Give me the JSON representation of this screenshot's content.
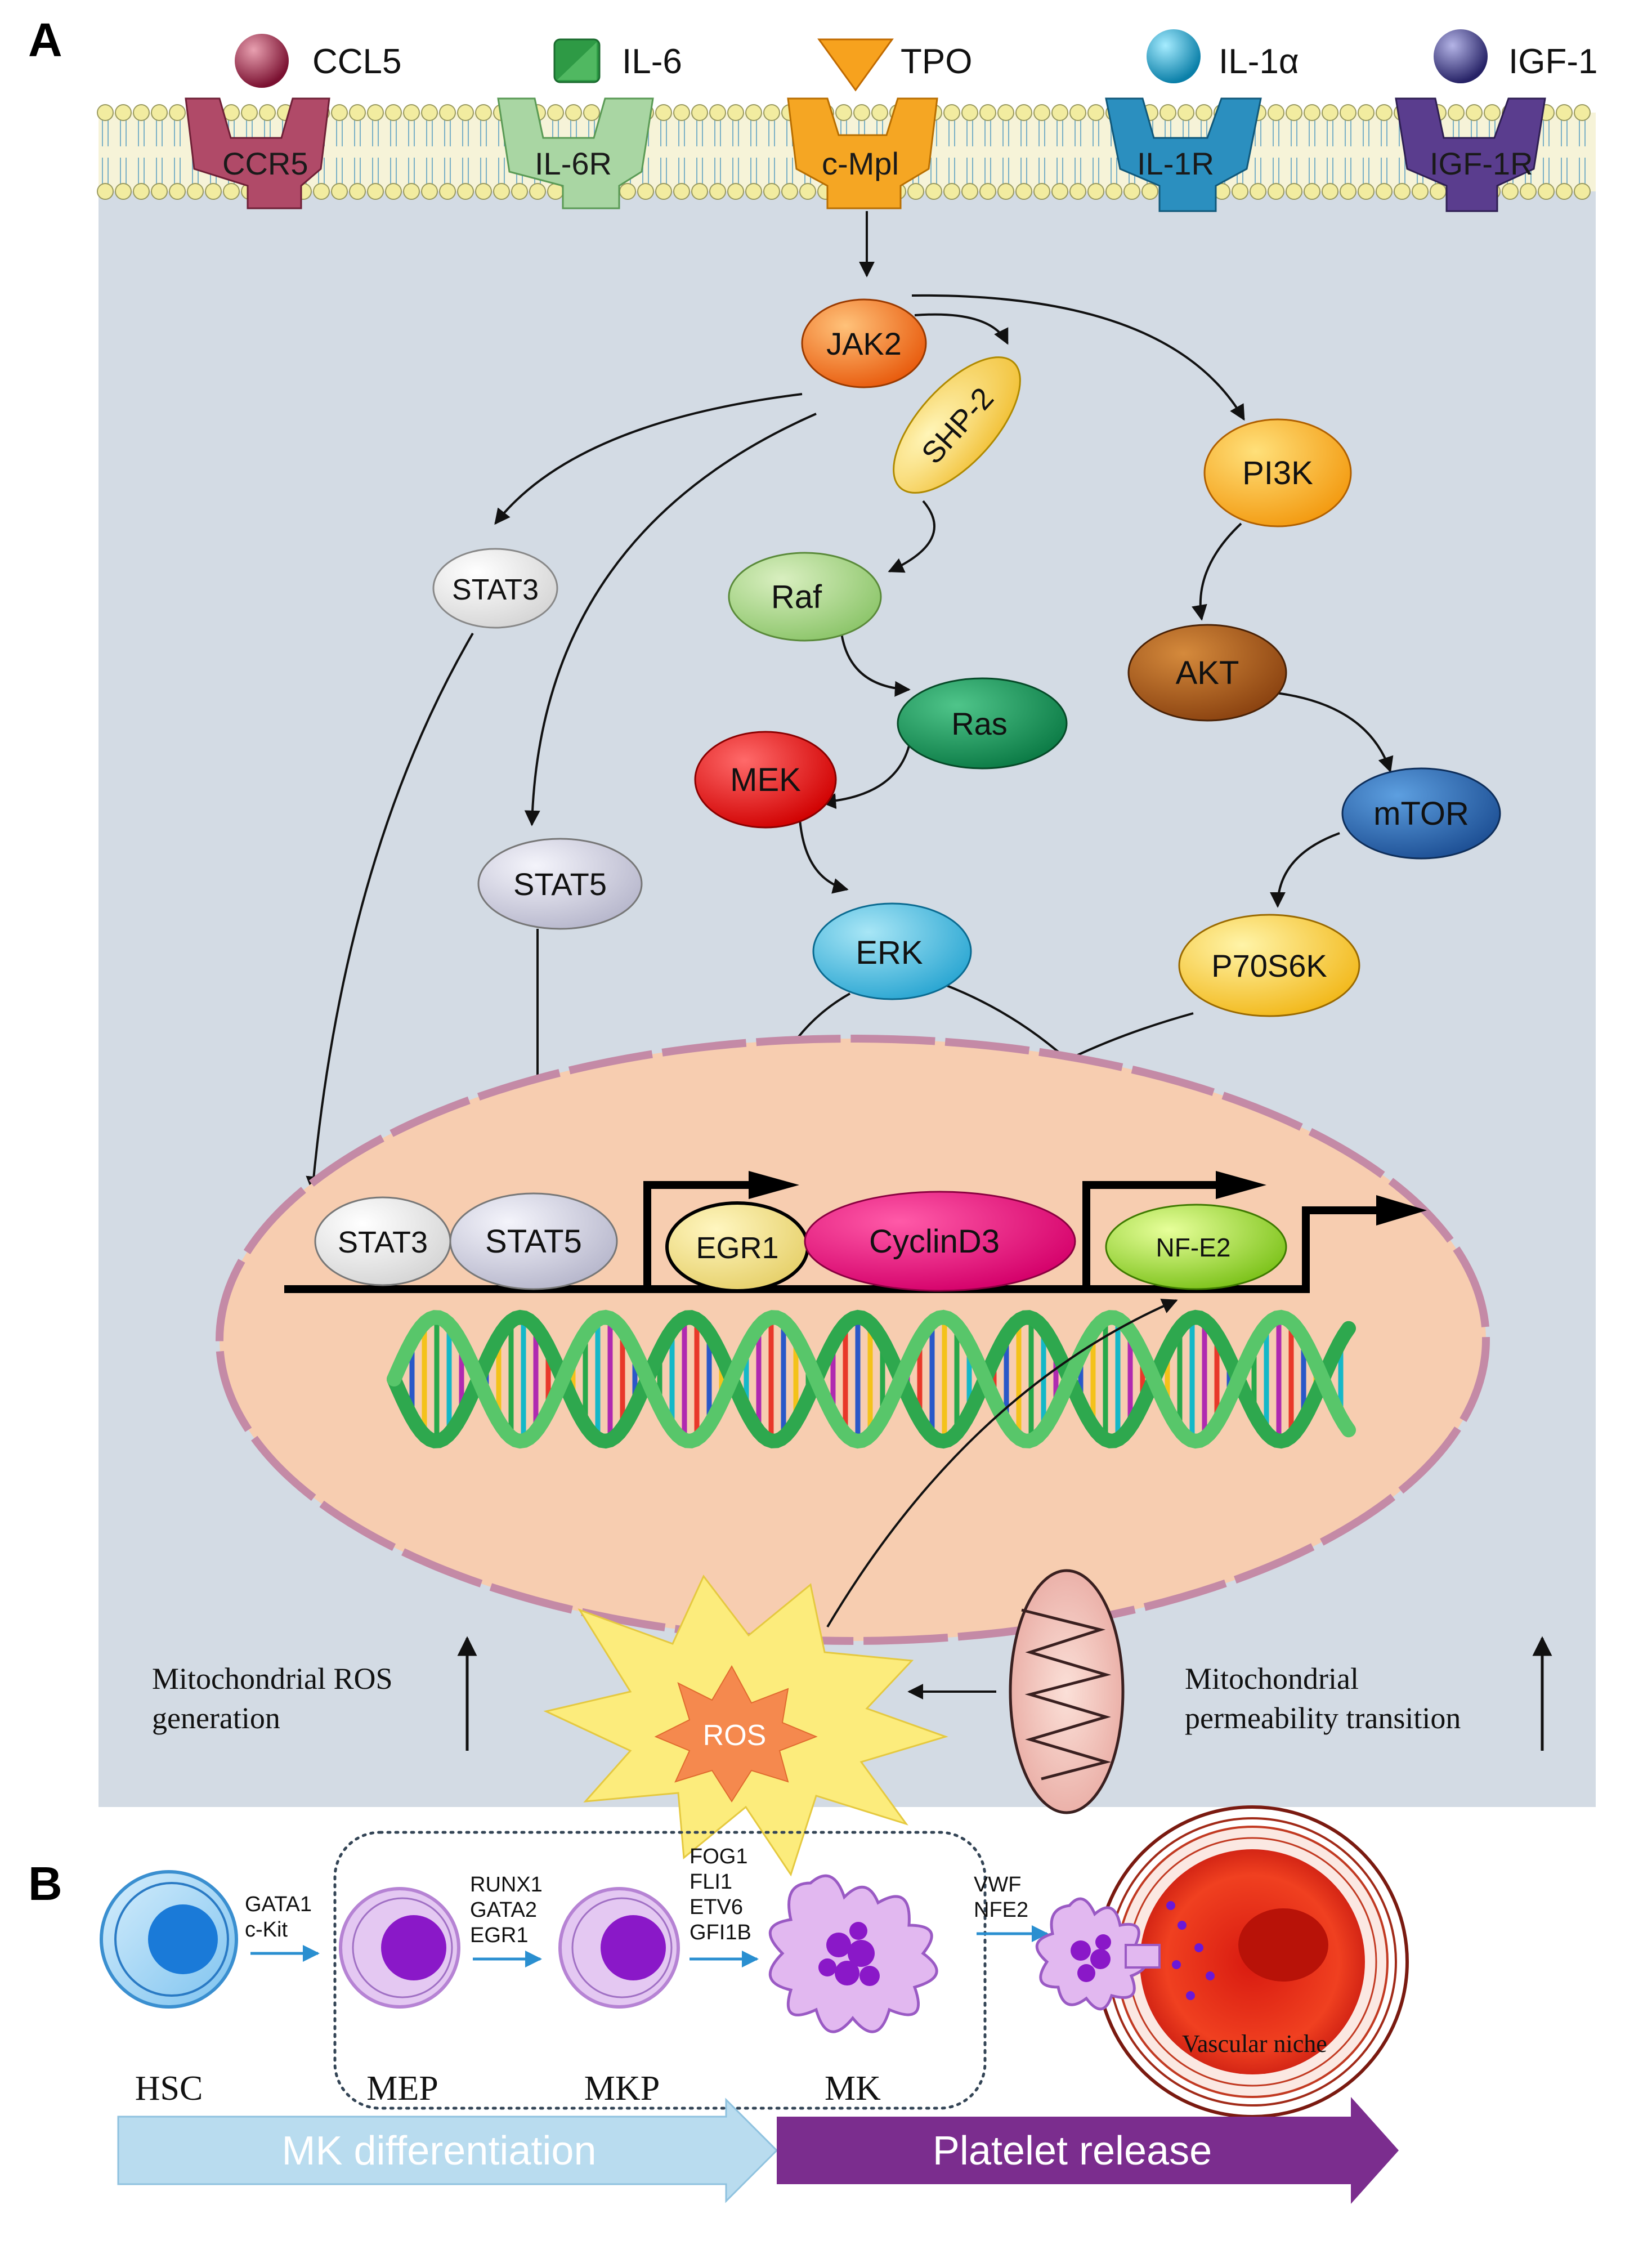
{
  "panel_a": {
    "label": "A",
    "ligands": [
      {
        "name": "CCL5",
        "shape": "sphere",
        "color": "#8e1a3a"
      },
      {
        "name": "IL-6",
        "shape": "square",
        "color": "#2e9a45"
      },
      {
        "name": "TPO",
        "shape": "triangle",
        "color": "#f39a1a"
      },
      {
        "name": "IL-1α",
        "shape": "sphere",
        "color": "#1f9fc5"
      },
      {
        "name": "IGF-1",
        "shape": "sphere",
        "color": "#3a3a86"
      }
    ],
    "receptors": [
      {
        "name": "CCR5",
        "color": "#b04a68"
      },
      {
        "name": "IL-6R",
        "color": "#9ccf9a"
      },
      {
        "name": "c-Mpl",
        "color": "#f5a623"
      },
      {
        "name": "IL-1R",
        "color": "#2b8fbf"
      },
      {
        "name": "IGF-1R",
        "color": "#5a3d8e"
      }
    ],
    "nodes": {
      "jak2": "JAK2",
      "shp2": "SHP-2",
      "pi3k": "PI3K",
      "stat3": "STAT3",
      "raf": "Raf",
      "ras": "Ras",
      "akt": "AKT",
      "mek": "MEK",
      "mtor": "mTOR",
      "stat5": "STAT5",
      "erk": "ERK",
      "p70s6k": "P70S6K"
    },
    "nucleus": {
      "stat3": "STAT3",
      "stat5": "STAT5",
      "egr1": "EGR1",
      "cyclind3": "CyclinD3",
      "nfe2": "NF-E2"
    },
    "ros": "ROS",
    "ros_note": {
      "line1": "Mitochondrial ROS",
      "line2": "generation"
    },
    "mito_note": {
      "line1": "Mitochondrial",
      "line2": "permeability transition"
    }
  },
  "panel_b": {
    "label": "B",
    "cells": {
      "hsc": "HSC",
      "mep": "MEP",
      "mkp": "MKP",
      "mk": "MK"
    },
    "factors": {
      "hsc_mep": [
        "GATA1",
        "c-Kit"
      ],
      "mep_mkp": [
        "RUNX1",
        "GATA2",
        "EGR1"
      ],
      "mkp_mk": [
        "FOG1",
        "FLI1",
        "ETV6",
        "GFI1B"
      ],
      "mk_platelet": [
        "VWF",
        "NFE2"
      ]
    },
    "niche": "Vascular niche",
    "arrow_left": "MK differentiation",
    "arrow_right": "Platelet release"
  },
  "colors": {
    "cytoplasm": "#d3dbe4",
    "nucleus": "#f7cdb0",
    "membrane_head": "#f2eca0",
    "diff_arrow": "#b9dcef",
    "release_arrow": "#7b2d8e"
  }
}
